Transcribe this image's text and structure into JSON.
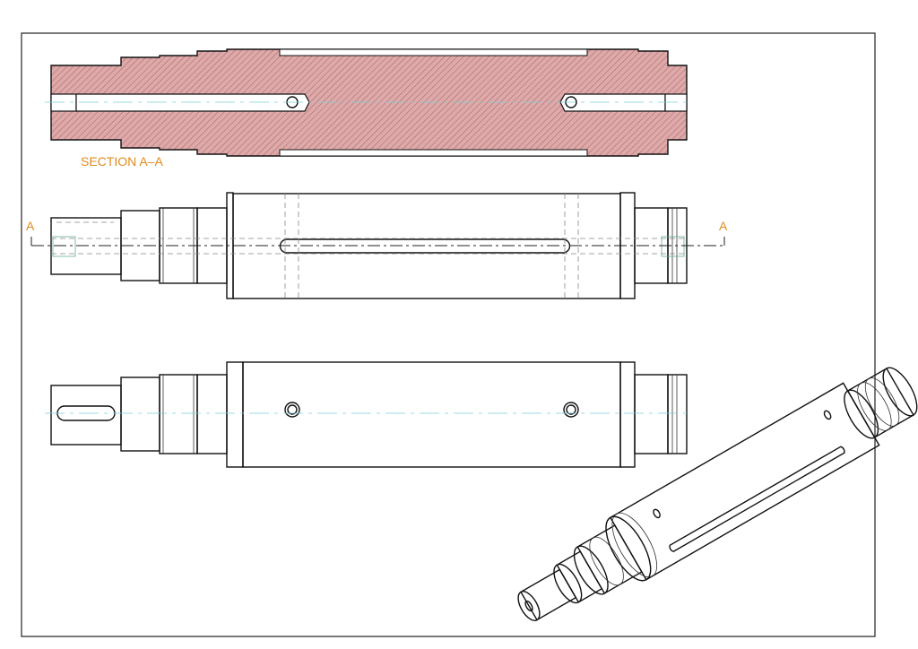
{
  "section_label": "SECTION A–A",
  "cut_marker_left": "A",
  "cut_marker_right": "A",
  "colors": {
    "hatch_fill": "#d9a3a3",
    "hatch_line": "#b85555",
    "annotation": "#e08a1e",
    "centerline": "#7fd0d8"
  },
  "views": [
    "section-a-a",
    "front-view",
    "top-view",
    "isometric-view"
  ]
}
